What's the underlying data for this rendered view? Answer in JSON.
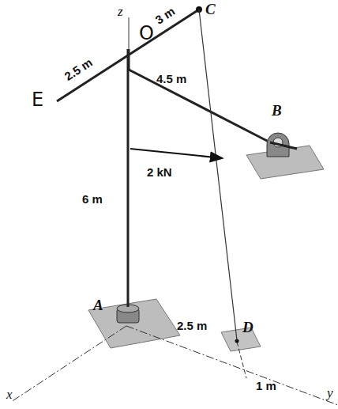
{
  "diagram": {
    "labels": [
      "z",
      "3 m",
      "C",
      "2.5 m",
      "O",
      "E",
      "4.5 m",
      "B",
      "2 kN",
      "6 m",
      "A",
      "2.5 m",
      "D",
      "1 m",
      "x",
      "y"
    ]
  }
}
